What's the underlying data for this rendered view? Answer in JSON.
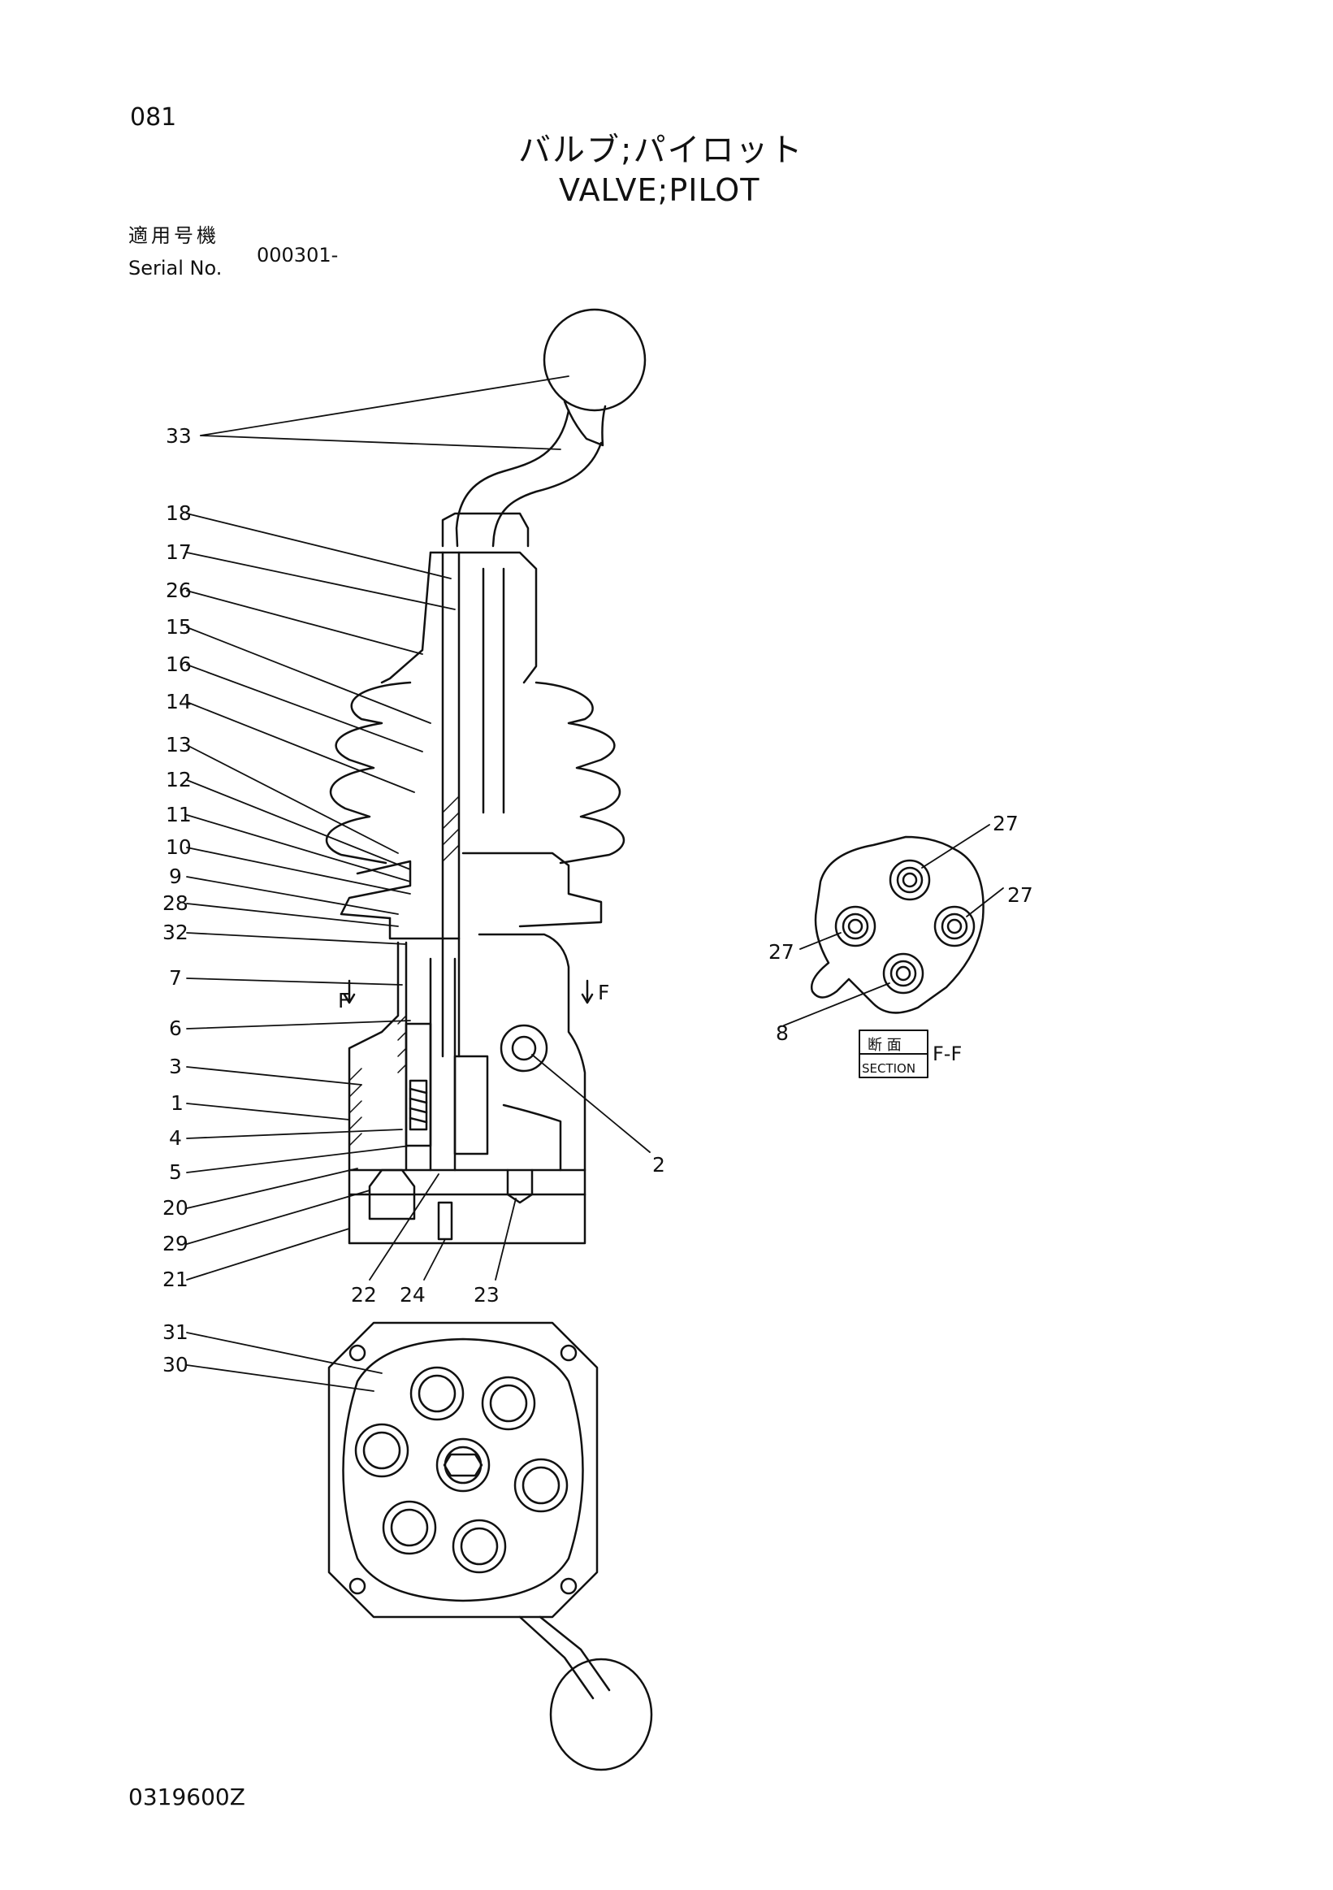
{
  "header": {
    "page_number": "081",
    "title_jp": "バルブ;パイロット",
    "title_en": "VALVE;PILOT",
    "serial_label_jp": "適用号機",
    "serial_label_en": "Serial No.",
    "serial_value": "000301-"
  },
  "footer": {
    "document_code": "0319600Z"
  },
  "callouts": {
    "c33": "33",
    "c18": "18",
    "c17": "17",
    "c26": "26",
    "c15": "15",
    "c16": "16",
    "c14": "14",
    "c13": "13",
    "c12": "12",
    "c11": "11",
    "c10": "10",
    "c9": "9",
    "c28": "28",
    "c32": "32",
    "c7": "7",
    "c6": "6",
    "c3": "3",
    "c1": "1",
    "c4": "4",
    "c5": "5",
    "c20": "20",
    "c29": "29",
    "c21": "21",
    "c22": "22",
    "c24": "24",
    "c23": "23",
    "c2": "2",
    "c31": "31",
    "c30": "30",
    "c27a": "27",
    "c27b": "27",
    "c27c": "27",
    "c8": "8",
    "section_mark_left": "F",
    "section_mark_right": "F"
  },
  "section_label": {
    "jp": "断 面",
    "en": "SECTION",
    "id": "F-F"
  },
  "colors": {
    "ink": "#111111",
    "paper": "#ffffff"
  }
}
